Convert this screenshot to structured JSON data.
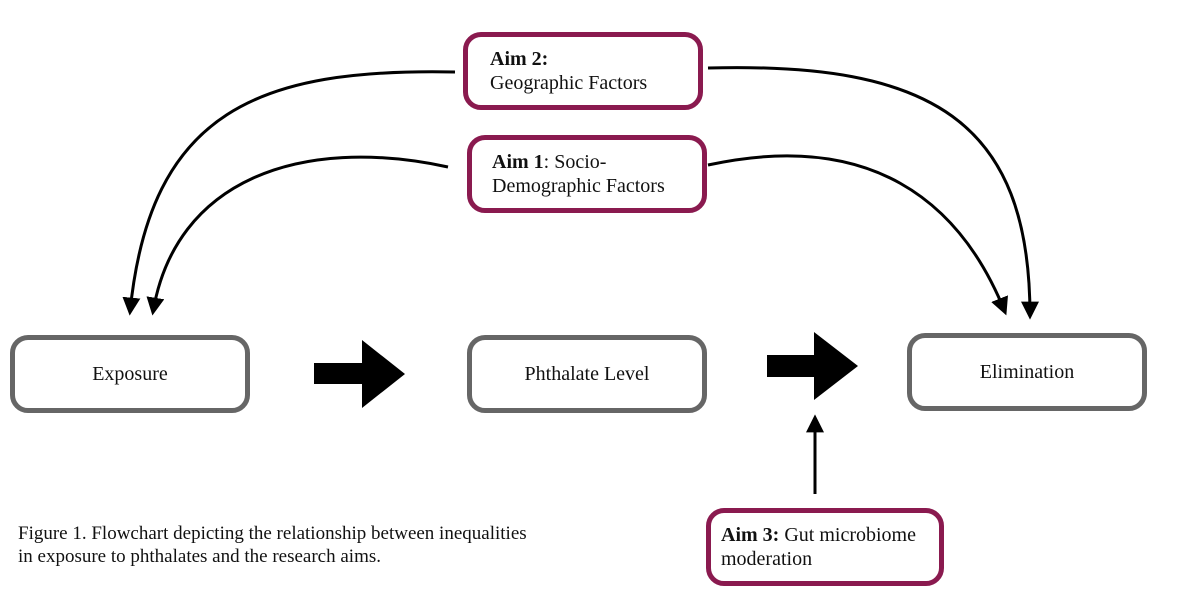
{
  "nodes": {
    "exposure": "Exposure",
    "phthalate": "Phthalate Level",
    "elimination": "Elimination"
  },
  "aims": {
    "aim2": {
      "label": "Aim 2:",
      "text": "Geographic Factors"
    },
    "aim1": {
      "label": "Aim 1",
      "text_line1": ": Socio-",
      "text_line2": "Demographic Factors"
    },
    "aim3": {
      "label": "Aim 3:",
      "text_line1": " Gut microbiome",
      "text_line2": "moderation"
    }
  },
  "caption": {
    "line1": "Figure 1. Flowchart depicting the relationship between inequalities",
    "line2": "in exposure to phthalates and the research aims."
  },
  "colors": {
    "aim_border": "#8a1a4f",
    "process_border": "#666666",
    "arrow": "#000000"
  }
}
